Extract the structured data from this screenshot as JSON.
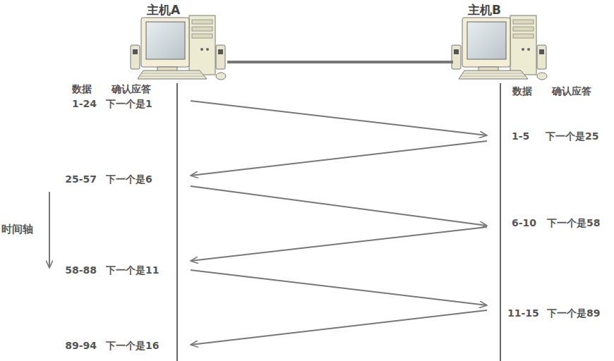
{
  "diagram": {
    "nodes": [
      {
        "text": [
          "主机A"
        ]
      },
      {
        "text": [
          "主机B"
        ]
      }
    ],
    "edges": [
      {
        "from": 0,
        "to": 1,
        "arrow": "none"
      }
    ],
    "labels": [
      "数据",
      "确认应答",
      "数据",
      "确认应答",
      "1-24",
      "下一个是1",
      "1-5",
      "下一个是25",
      "25-57",
      "下一个是6",
      "6-10",
      "下一个是58",
      "时间轴",
      "58-88",
      "下一个是11",
      "11-15",
      "下一个是89",
      "89-94",
      "下一个是16"
    ]
  }
}
